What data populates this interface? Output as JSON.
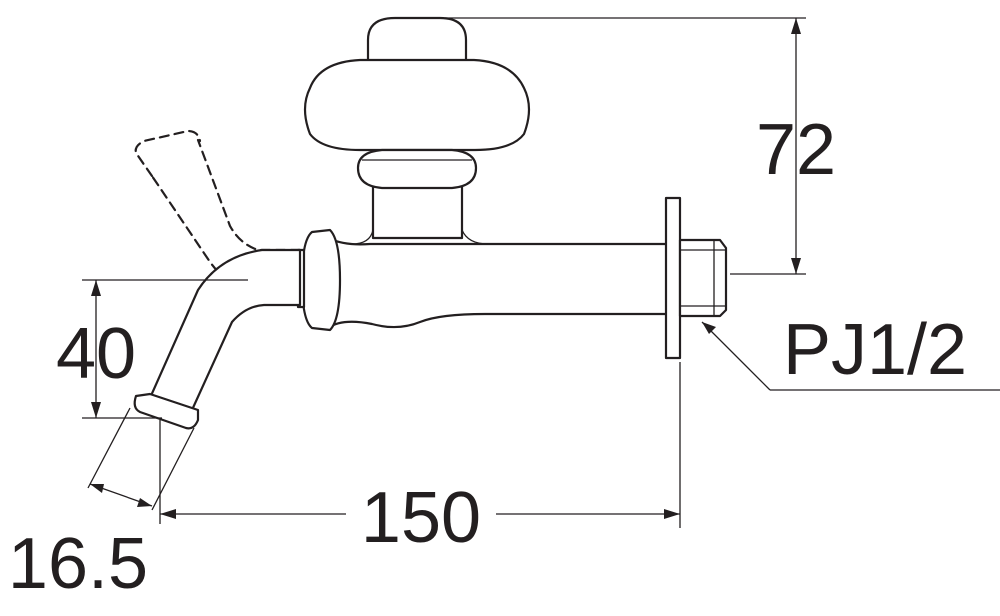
{
  "dimensions": {
    "height_top": "72",
    "spout_drop": "40",
    "overall_length": "150",
    "spout_offset": "16.5"
  },
  "callouts": {
    "thread": "PJ1/2"
  }
}
